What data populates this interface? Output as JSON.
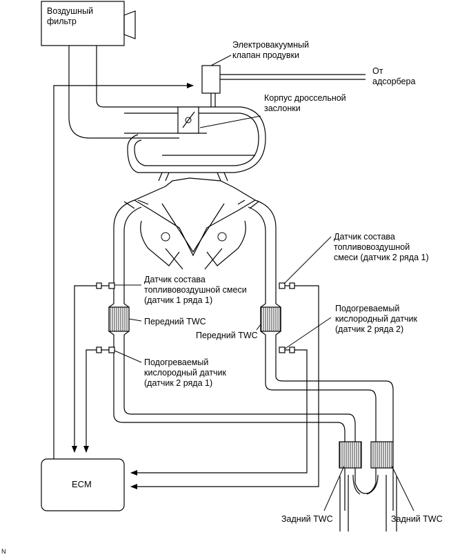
{
  "labels": {
    "air_filter": [
      "Воздушный",
      "фильтр"
    ],
    "purge_valve": [
      "Электровакуумный",
      "клапан продувки"
    ],
    "from_canister": [
      "От",
      "адсорбера"
    ],
    "throttle_body": [
      "Корпус дроссельной",
      "заслонки"
    ],
    "af_sensor_bank2": [
      "Датчик состава",
      "топливовоздушной",
      "смеси (датчик 2 ряда 1)"
    ],
    "af_sensor_bank1": [
      "Датчик состава",
      "топливовоздушной смеси",
      "(датчик 1 ряда 1)"
    ],
    "front_twc_left": "Передний TWC",
    "front_twc_right": "Передний TWC",
    "ho2_sensor_right": [
      "Подогреваемый",
      "кислородный датчик",
      "(датчик 2 ряда 2)"
    ],
    "ho2_sensor_left": [
      "Подогреваемый",
      "кислородный датчик",
      "(датчик 2 ряда 1)"
    ],
    "ecm": "ECM",
    "rear_twc_left": "Задний TWC",
    "rear_twc_right": "Задний TWC",
    "corner_mark": "N"
  }
}
